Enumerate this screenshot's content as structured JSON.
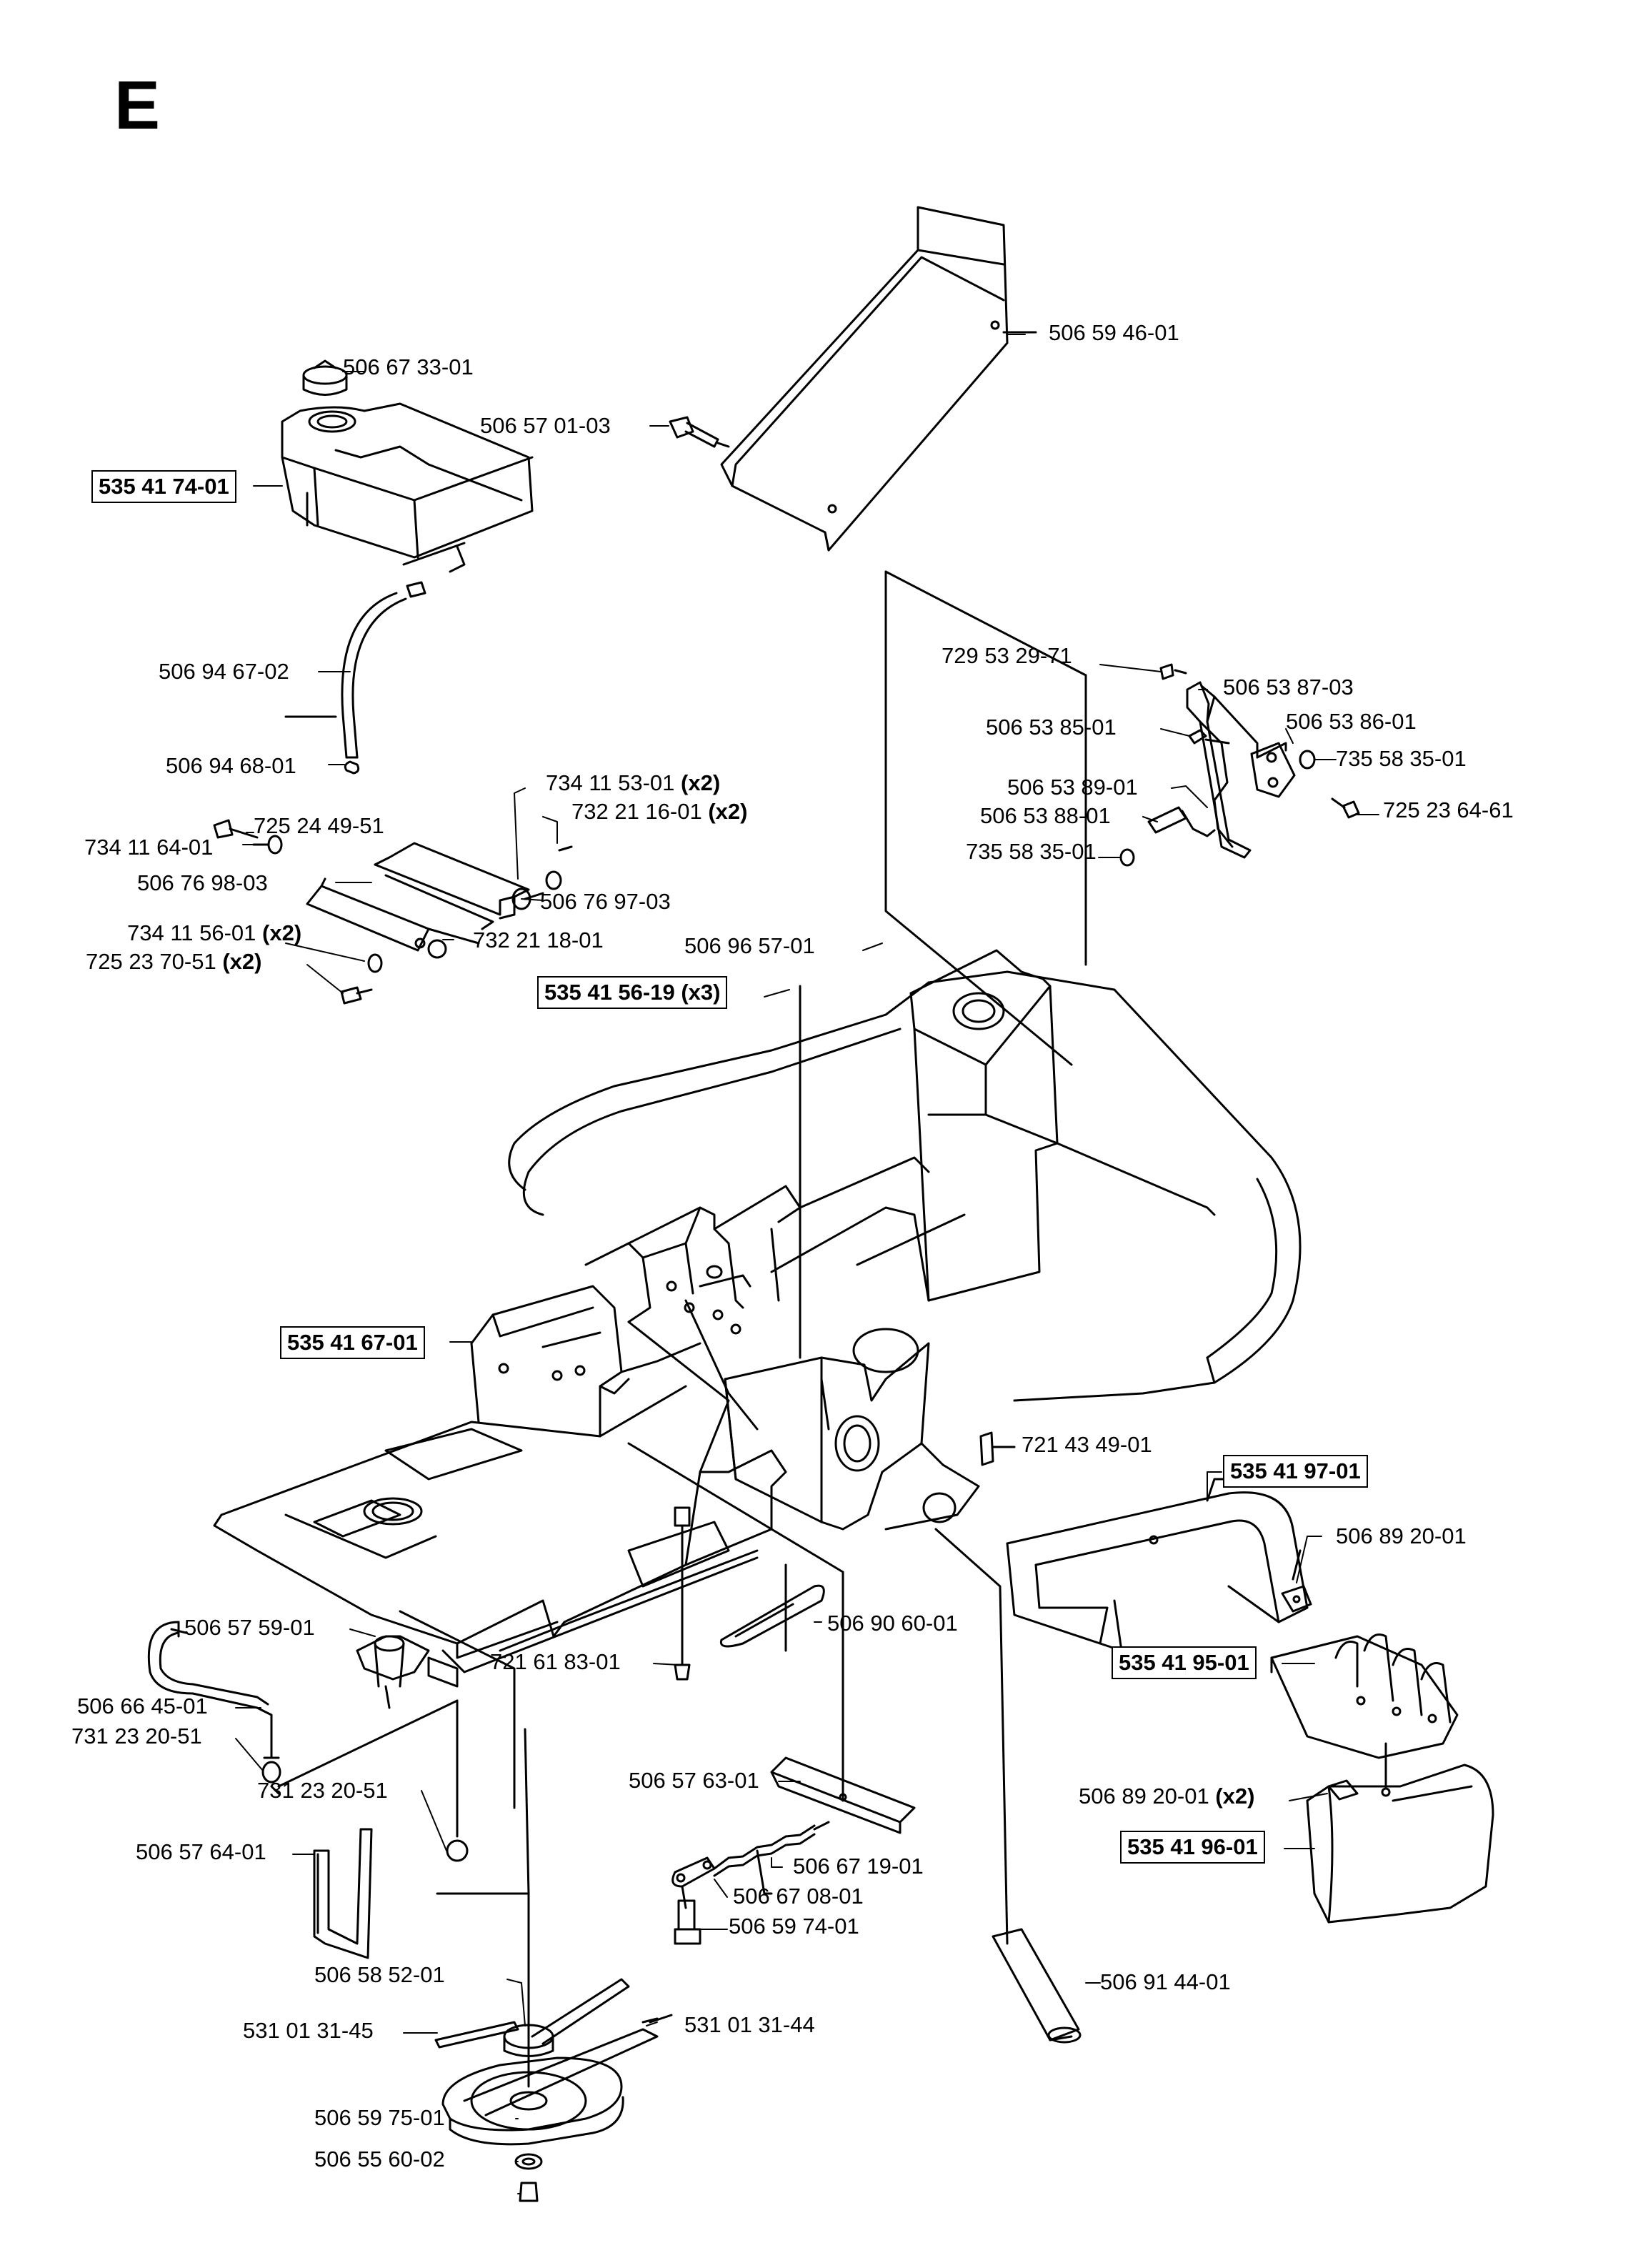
{
  "section": "E",
  "parts": [
    {
      "id": "p01",
      "number": "506 67 33-01",
      "qty": ""
    },
    {
      "id": "p02",
      "number": "535 41 74-01",
      "qty": "",
      "boxed": true
    },
    {
      "id": "p03",
      "number": "506 57 01-03",
      "qty": ""
    },
    {
      "id": "p04",
      "number": "506 59 46-01",
      "qty": ""
    },
    {
      "id": "p05",
      "number": "506 94 67-02",
      "qty": ""
    },
    {
      "id": "p06",
      "number": "506 94 68-01",
      "qty": ""
    },
    {
      "id": "p07",
      "number": "729 53 29-71",
      "qty": ""
    },
    {
      "id": "p08",
      "number": "506 53 87-03",
      "qty": ""
    },
    {
      "id": "p09",
      "number": "506 53 85-01",
      "qty": ""
    },
    {
      "id": "p10",
      "number": "506 53 86-01",
      "qty": ""
    },
    {
      "id": "p11",
      "number": "735 58 35-01",
      "qty": ""
    },
    {
      "id": "p12",
      "number": "506 53 89-01",
      "qty": ""
    },
    {
      "id": "p13",
      "number": "506 53 88-01",
      "qty": ""
    },
    {
      "id": "p14",
      "number": "725 23 64-61",
      "qty": ""
    },
    {
      "id": "p15",
      "number": "735 58 35-01",
      "qty": ""
    },
    {
      "id": "p16",
      "number": "734 11 53-01",
      "qty": "(x2)"
    },
    {
      "id": "p17",
      "number": "732 21 16-01",
      "qty": "(x2)"
    },
    {
      "id": "p18",
      "number": "725 24 49-51",
      "qty": ""
    },
    {
      "id": "p19",
      "number": "734 11 64-01",
      "qty": ""
    },
    {
      "id": "p20",
      "number": "506 76 98-03",
      "qty": ""
    },
    {
      "id": "p21",
      "number": "506 76 97-03",
      "qty": ""
    },
    {
      "id": "p22",
      "number": "734 11 56-01",
      "qty": "(x2)"
    },
    {
      "id": "p23",
      "number": "732 21 18-01",
      "qty": ""
    },
    {
      "id": "p24",
      "number": "725 23 70-51",
      "qty": "(x2)"
    },
    {
      "id": "p25",
      "number": "506 96 57-01",
      "qty": ""
    },
    {
      "id": "p26",
      "number": "535 41 56-19",
      "qty": "(x3)",
      "boxed": true
    },
    {
      "id": "p27",
      "number": "535 41 67-01",
      "qty": "",
      "boxed": true
    },
    {
      "id": "p28",
      "number": "721 43 49-01",
      "qty": ""
    },
    {
      "id": "p29",
      "number": "535 41 97-01",
      "qty": "",
      "boxed": true
    },
    {
      "id": "p30",
      "number": "506 89 20-01",
      "qty": ""
    },
    {
      "id": "p31",
      "number": "506 57 59-01",
      "qty": ""
    },
    {
      "id": "p32",
      "number": "506 90 60-01",
      "qty": ""
    },
    {
      "id": "p33",
      "number": "535 41 95-01",
      "qty": "",
      "boxed": true
    },
    {
      "id": "p34",
      "number": "721 61 83-01",
      "qty": ""
    },
    {
      "id": "p35",
      "number": "506 66 45-01",
      "qty": ""
    },
    {
      "id": "p36",
      "number": "731 23 20-51",
      "qty": ""
    },
    {
      "id": "p37",
      "number": "731 23 20-51",
      "qty": ""
    },
    {
      "id": "p38",
      "number": "506 57 63-01",
      "qty": ""
    },
    {
      "id": "p39",
      "number": "506 89 20-01",
      "qty": "(x2)"
    },
    {
      "id": "p40",
      "number": "506 57 64-01",
      "qty": ""
    },
    {
      "id": "p41",
      "number": "535 41 96-01",
      "qty": "",
      "boxed": true
    },
    {
      "id": "p42",
      "number": "506 67 19-01",
      "qty": ""
    },
    {
      "id": "p43",
      "number": "506 67 08-01",
      "qty": ""
    },
    {
      "id": "p44",
      "number": "506 59 74-01",
      "qty": ""
    },
    {
      "id": "p45",
      "number": "506 58 52-01",
      "qty": ""
    },
    {
      "id": "p46",
      "number": "506 91 44-01",
      "qty": ""
    },
    {
      "id": "p47",
      "number": "531 01 31-45",
      "qty": ""
    },
    {
      "id": "p48",
      "number": "531 01 31-44",
      "qty": ""
    },
    {
      "id": "p49",
      "number": "506 59 75-01",
      "qty": ""
    },
    {
      "id": "p50",
      "number": "506 55 60-02",
      "qty": ""
    }
  ]
}
